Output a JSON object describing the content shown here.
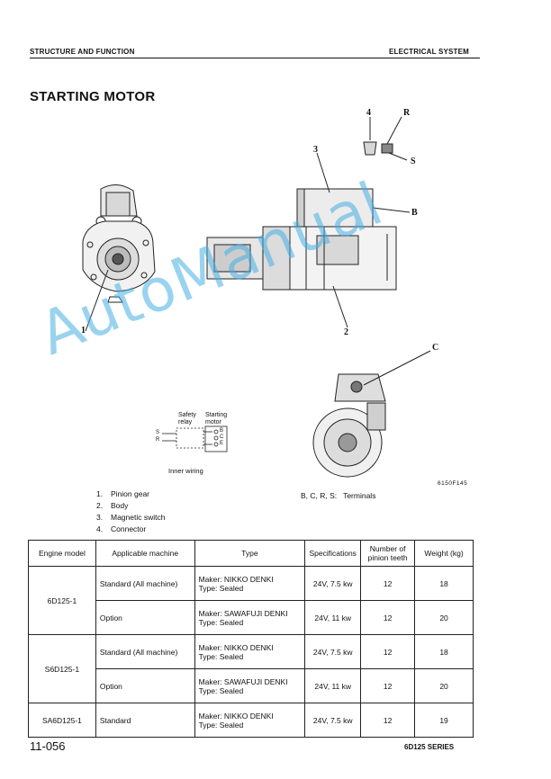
{
  "header": {
    "left": "STRUCTURE AND FUNCTION",
    "right": "ELECTRICAL SYSTEM"
  },
  "title": "STARTING MOTOR",
  "figure": {
    "callouts": {
      "c1": "1",
      "c2": "2",
      "c3": "3",
      "c4": "4",
      "cR": "R",
      "cS": "S",
      "cB": "B",
      "cC": "C"
    },
    "wiring": {
      "safety_relay": "Safety relay",
      "starting_motor": "Starting motor",
      "caption": "Inner wiring",
      "s": "S",
      "r": "R",
      "b": "B",
      "c": "C",
      "e": "E"
    },
    "figure_id": "6150F145"
  },
  "legend": [
    {
      "num": "1.",
      "text": "Pinion gear"
    },
    {
      "num": "2.",
      "text": "Body"
    },
    {
      "num": "3.",
      "text": "Magnetic switch"
    },
    {
      "num": "4.",
      "text": "Connector"
    }
  ],
  "terminals_note": "B, C, R, S:   Terminals",
  "table": {
    "headers": {
      "engine": "Engine model",
      "machine": "Applicable machine",
      "type": "Type",
      "spec": "Specifications",
      "teeth": "Number of pinion teeth",
      "weight": "Weight (kg)"
    },
    "rows": [
      {
        "engine": "6D125-1",
        "machine": "Standard (All machine)",
        "maker": "Maker:  NIKKO DENKI",
        "type": "Type:  Sealed",
        "spec": "24V, 7.5 kw",
        "teeth": "12",
        "weight": "18"
      },
      {
        "machine": "Option",
        "maker": "Maker:  SAWAFUJI DENKI",
        "type": "Type:  Sealed",
        "spec": "24V, 11 kw",
        "teeth": "12",
        "weight": "20"
      },
      {
        "engine": "S6D125-1",
        "machine": "Standard (All machine)",
        "maker": "Maker:  NIKKO DENKI",
        "type": "Type:  Sealed",
        "spec": "24V, 7.5 kw",
        "teeth": "12",
        "weight": "18"
      },
      {
        "machine": "Option",
        "maker": "Maker:  SAWAFUJI DENKI",
        "type": "Type:  Sealed",
        "spec": "24V, 11 kw",
        "teeth": "12",
        "weight": "20"
      },
      {
        "engine": "SA6D125-1",
        "machine": "Standard",
        "maker": "Maker:  NIKKO DENKI",
        "type": "Type:  Sealed",
        "spec": "24V, 7.5 kw",
        "teeth": "12",
        "weight": "19"
      }
    ]
  },
  "watermark": "AutoManual",
  "footer": {
    "page": "11-056",
    "series": "6D125 SERIES"
  }
}
